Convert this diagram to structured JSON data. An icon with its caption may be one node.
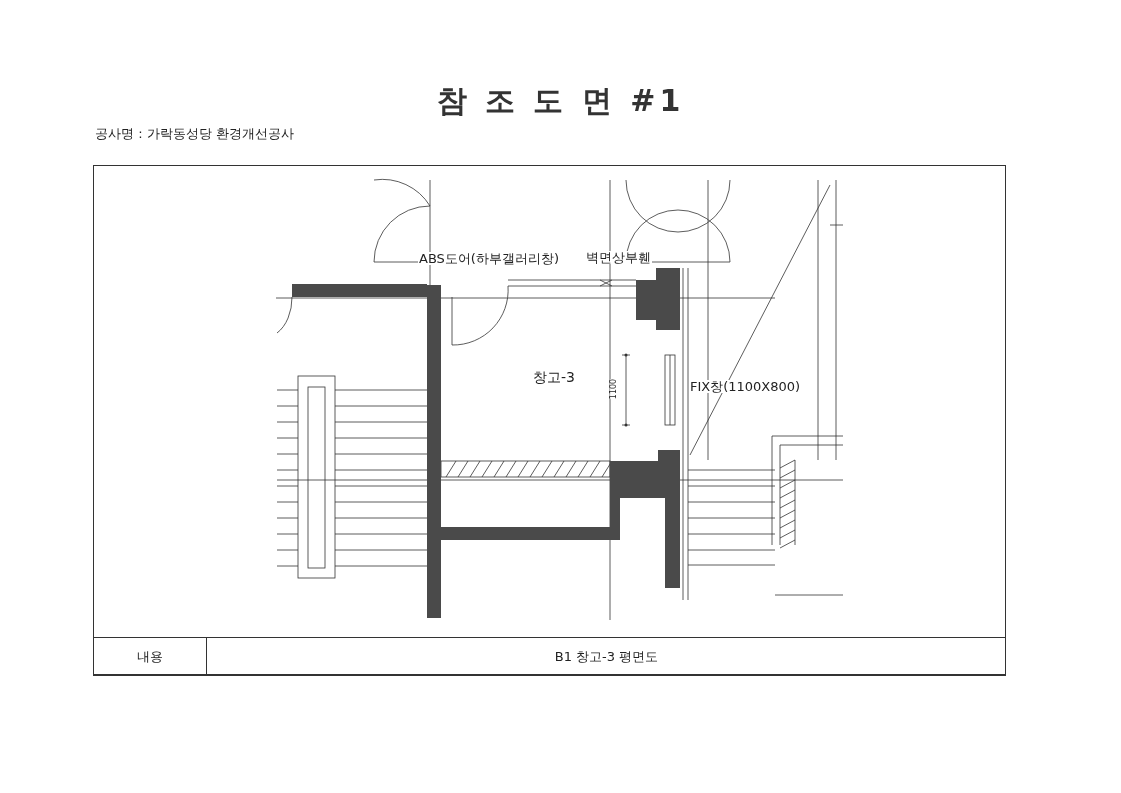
{
  "diagram": {
    "title": "참 조 도 면 #1",
    "labels": [
      "공사명 : 가락동성당 환경개선공사",
      "ABS도어(하부갤러리창)",
      "벽면상부휀",
      "창고-3",
      "1100",
      "FIX창(1100X800)",
      "내용",
      "B1 창고-3 평면도"
    ]
  }
}
